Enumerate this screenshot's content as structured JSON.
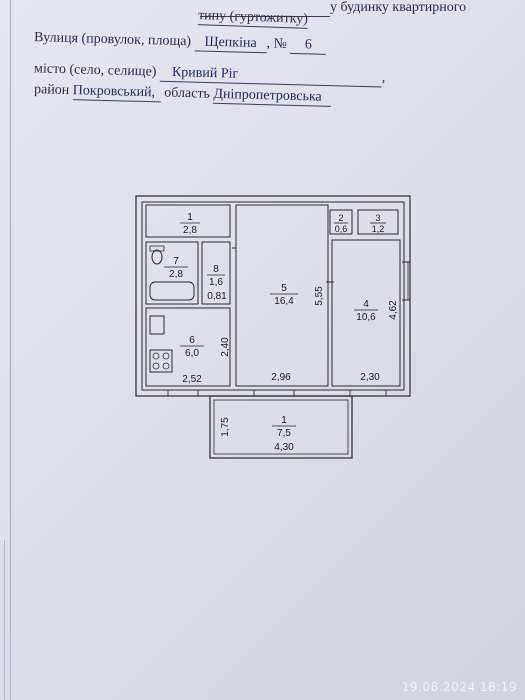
{
  "header": {
    "top_right_text": "у будинку квартирного",
    "top_right_text2": "типу (гуртожитку)",
    "street_label": "Вулиця (провулок, площа)",
    "street_value": "Щепкіна",
    "number_label": "№",
    "number_value": "6",
    "city_label": "місто (село, селище)",
    "city_value": "Кривий Ріг",
    "district_label": "район",
    "district_value": "Покровський,",
    "region_label": "область",
    "region_value": "Дніпропетровська"
  },
  "floorplan": {
    "rooms": [
      {
        "num": "1",
        "area": "2,8"
      },
      {
        "num": "2",
        "area": "0,6"
      },
      {
        "num": "3",
        "area": "1,2"
      },
      {
        "num": "4",
        "area": "10,6"
      },
      {
        "num": "5",
        "area": "16,4"
      },
      {
        "num": "6",
        "area": "6,0"
      },
      {
        "num": "7",
        "area": "2,8"
      },
      {
        "num": "8",
        "area": "1,6"
      },
      {
        "num": "1",
        "area": "7,5"
      }
    ],
    "dimensions": {
      "d_081": "0,81",
      "d_555": "5,55",
      "d_462": "4,62",
      "d_240": "2,40",
      "d_252": "2,52",
      "d_296": "2,96",
      "d_230": "2,30",
      "d_175": "1,75",
      "d_430": "4,30"
    }
  },
  "timestamp": "19.08.2024 18:19"
}
